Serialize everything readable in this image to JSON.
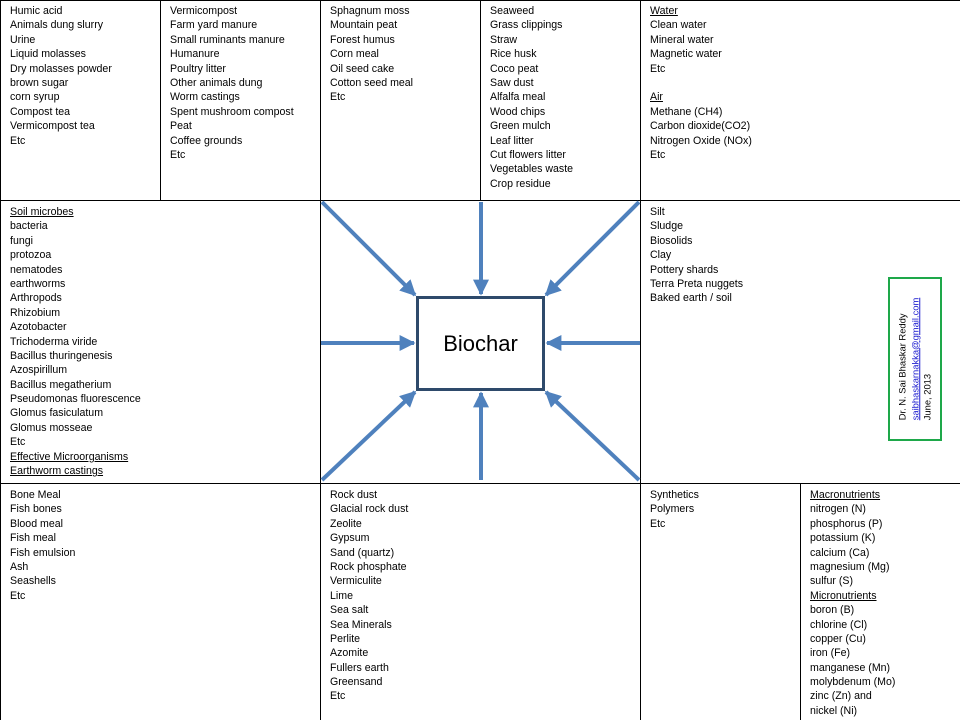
{
  "cells": {
    "c1": [
      "Humic  acid",
      "Animals dung slurry",
      "Urine",
      "Liquid molasses",
      "Dry molasses powder",
      "brown sugar",
      "corn syrup",
      "Compost tea",
      "Vermicompost tea",
      "Etc"
    ],
    "c2": [
      "Vermicompost",
      "Farm yard manure",
      "Small ruminants manure",
      "Humanure",
      "Poultry litter",
      "Other animals dung",
      "Worm castings",
      "Spent mushroom  compost",
      "Peat",
      "Coffee grounds",
      "Etc"
    ],
    "c3": [
      "Sphagnum moss",
      "Mountain peat",
      "Forest humus",
      "Corn meal",
      "Oil seed cake",
      "Cotton seed meal",
      "Etc"
    ],
    "c4": [
      "Seaweed",
      "Grass clippings",
      "Straw",
      "Rice husk",
      "Coco peat",
      "Saw dust",
      "Alfalfa meal",
      "Wood chips",
      "Green mulch",
      "Leaf litter",
      "Cut flowers litter",
      "Vegetables waste",
      "Crop residue"
    ],
    "c5": [
      "Water",
      "Clean water",
      "Mineral water",
      "Magnetic water",
      "Etc",
      "",
      "Air",
      "Methane (CH4)",
      "Carbon dioxide(CO2)",
      "Nitrogen Oxide (NOx)",
      "Etc"
    ],
    "c6": [
      "Soil microbes",
      "bacteria",
      "fungi",
      "protozoa",
      "nematodes",
      "earthworms",
      "Arthropods",
      "Rhizobium",
      "Azotobacter",
      "Trichoderma viride",
      "Bacillus thuringenesis",
      "Azospirillum",
      "Bacillus megatherium",
      "Pseudomonas fluorescence",
      "Glomus fasiculatum",
      "Glomus mosseae",
      "Etc",
      "Effective Microorganisms",
      "Earthworm castings"
    ],
    "c7": [
      "Silt",
      "Sludge",
      "Biosolids",
      "Clay",
      "Pottery shards",
      "Terra Preta nuggets",
      "Baked earth / soil"
    ],
    "c8": [
      "Bone Meal",
      "Fish bones",
      "Blood meal",
      "Fish meal",
      "Fish emulsion",
      "Ash",
      "Seashells",
      "Etc"
    ],
    "c9": [
      "Rock dust",
      "Glacial rock dust",
      "Zeolite",
      "Gypsum",
      "Sand (quartz)",
      "Rock phosphate",
      "Vermiculite",
      "Lime",
      "Sea salt",
      "Sea Minerals",
      "Perlite",
      "Azomite",
      "Fullers earth",
      "Greensand",
      "Etc"
    ],
    "c10": [
      "Synthetics",
      "Polymers",
      "Etc"
    ],
    "c11": [
      "Macronutrients",
      "nitrogen (N)",
      "phosphorus (P)",
      "potassium (K)",
      "calcium (Ca)",
      "magnesium (Mg)",
      "sulfur (S)",
      "Micronutrients",
      "boron (B)",
      "chlorine (Cl)",
      "copper (Cu)",
      "iron (Fe)",
      "manganese (Mn)",
      "molybdenum  (Mo)",
      "zinc (Zn) and",
      "nickel (Ni)"
    ]
  },
  "underlined": {
    "c5": [
      0,
      6
    ],
    "c6": [
      0,
      17,
      18
    ],
    "c11": [
      0,
      7
    ]
  },
  "center_label": "Biochar",
  "author": {
    "name": "Dr. N. Sai Bhaskar Reddy",
    "email": "saibhaskarnakka@gmail.com",
    "date": "June, 2013"
  },
  "colors": {
    "arrow": "#4f81bd",
    "box_border": "#2e4a6b",
    "author_border": "#1ea84a",
    "link": "#1f1fd0"
  }
}
